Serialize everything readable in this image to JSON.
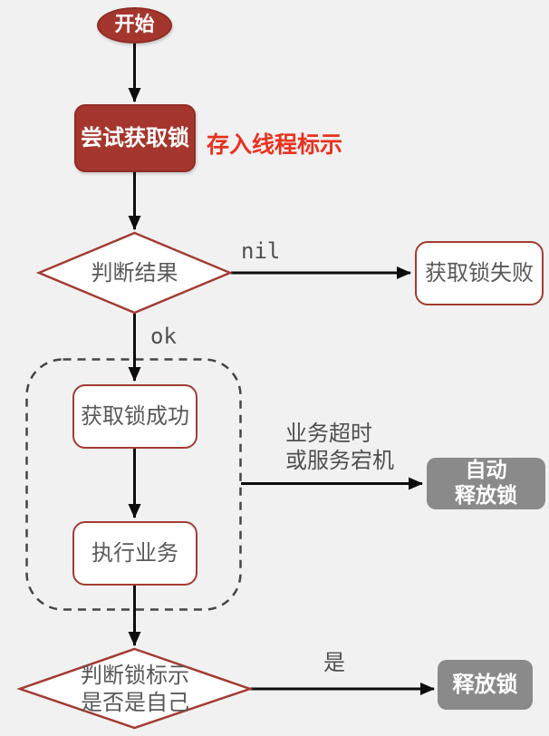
{
  "colors": {
    "background": "#f1f1f1",
    "brick_red_fill": "#a5362d",
    "brick_red_border": "#8f2d25",
    "red_outline": "#a33b32",
    "gray_fill": "#8a8a8a",
    "node_text_gray": "#595959",
    "edge_label_gray": "#4f4f4f",
    "annotation_red": "#e8321f",
    "arrow_black": "#0d0d0d",
    "dashed_border_gray": "#454545"
  },
  "nodes": {
    "start": {
      "label": "开始"
    },
    "try_lock": {
      "label": "尝试获取锁"
    },
    "judge_result": {
      "label": "判断结果"
    },
    "lock_failed": {
      "label": "获取锁失败"
    },
    "lock_success": {
      "label": "获取锁成功"
    },
    "execute_business": {
      "label": "执行业务"
    },
    "auto_release": {
      "line1": "自动",
      "line2": "释放锁"
    },
    "judge_owner": {
      "line1": "判断锁标示",
      "line2": "是否是自己"
    },
    "release_lock": {
      "label": "释放锁"
    }
  },
  "labels": {
    "annotation": "存入线程标示",
    "nil": "nil",
    "ok": "ok",
    "timeout_line1": "业务超时",
    "timeout_line2": "或服务宕机",
    "yes": "是"
  }
}
